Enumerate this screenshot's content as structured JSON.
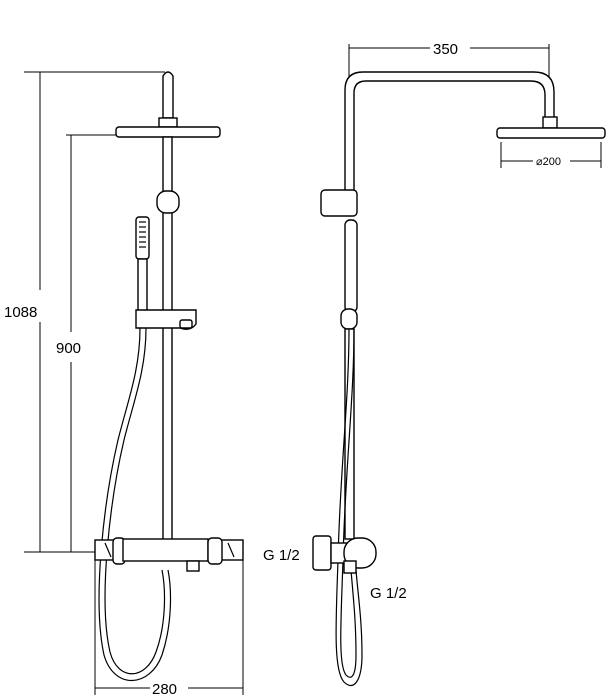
{
  "dimensions": {
    "total_height": "1088",
    "rail_height": "900",
    "width": "280",
    "arm_reach": "350",
    "head_diameter": "⌀200"
  },
  "connections": {
    "inlet_left": "G 1/2",
    "outlet_right": "G 1/2"
  }
}
